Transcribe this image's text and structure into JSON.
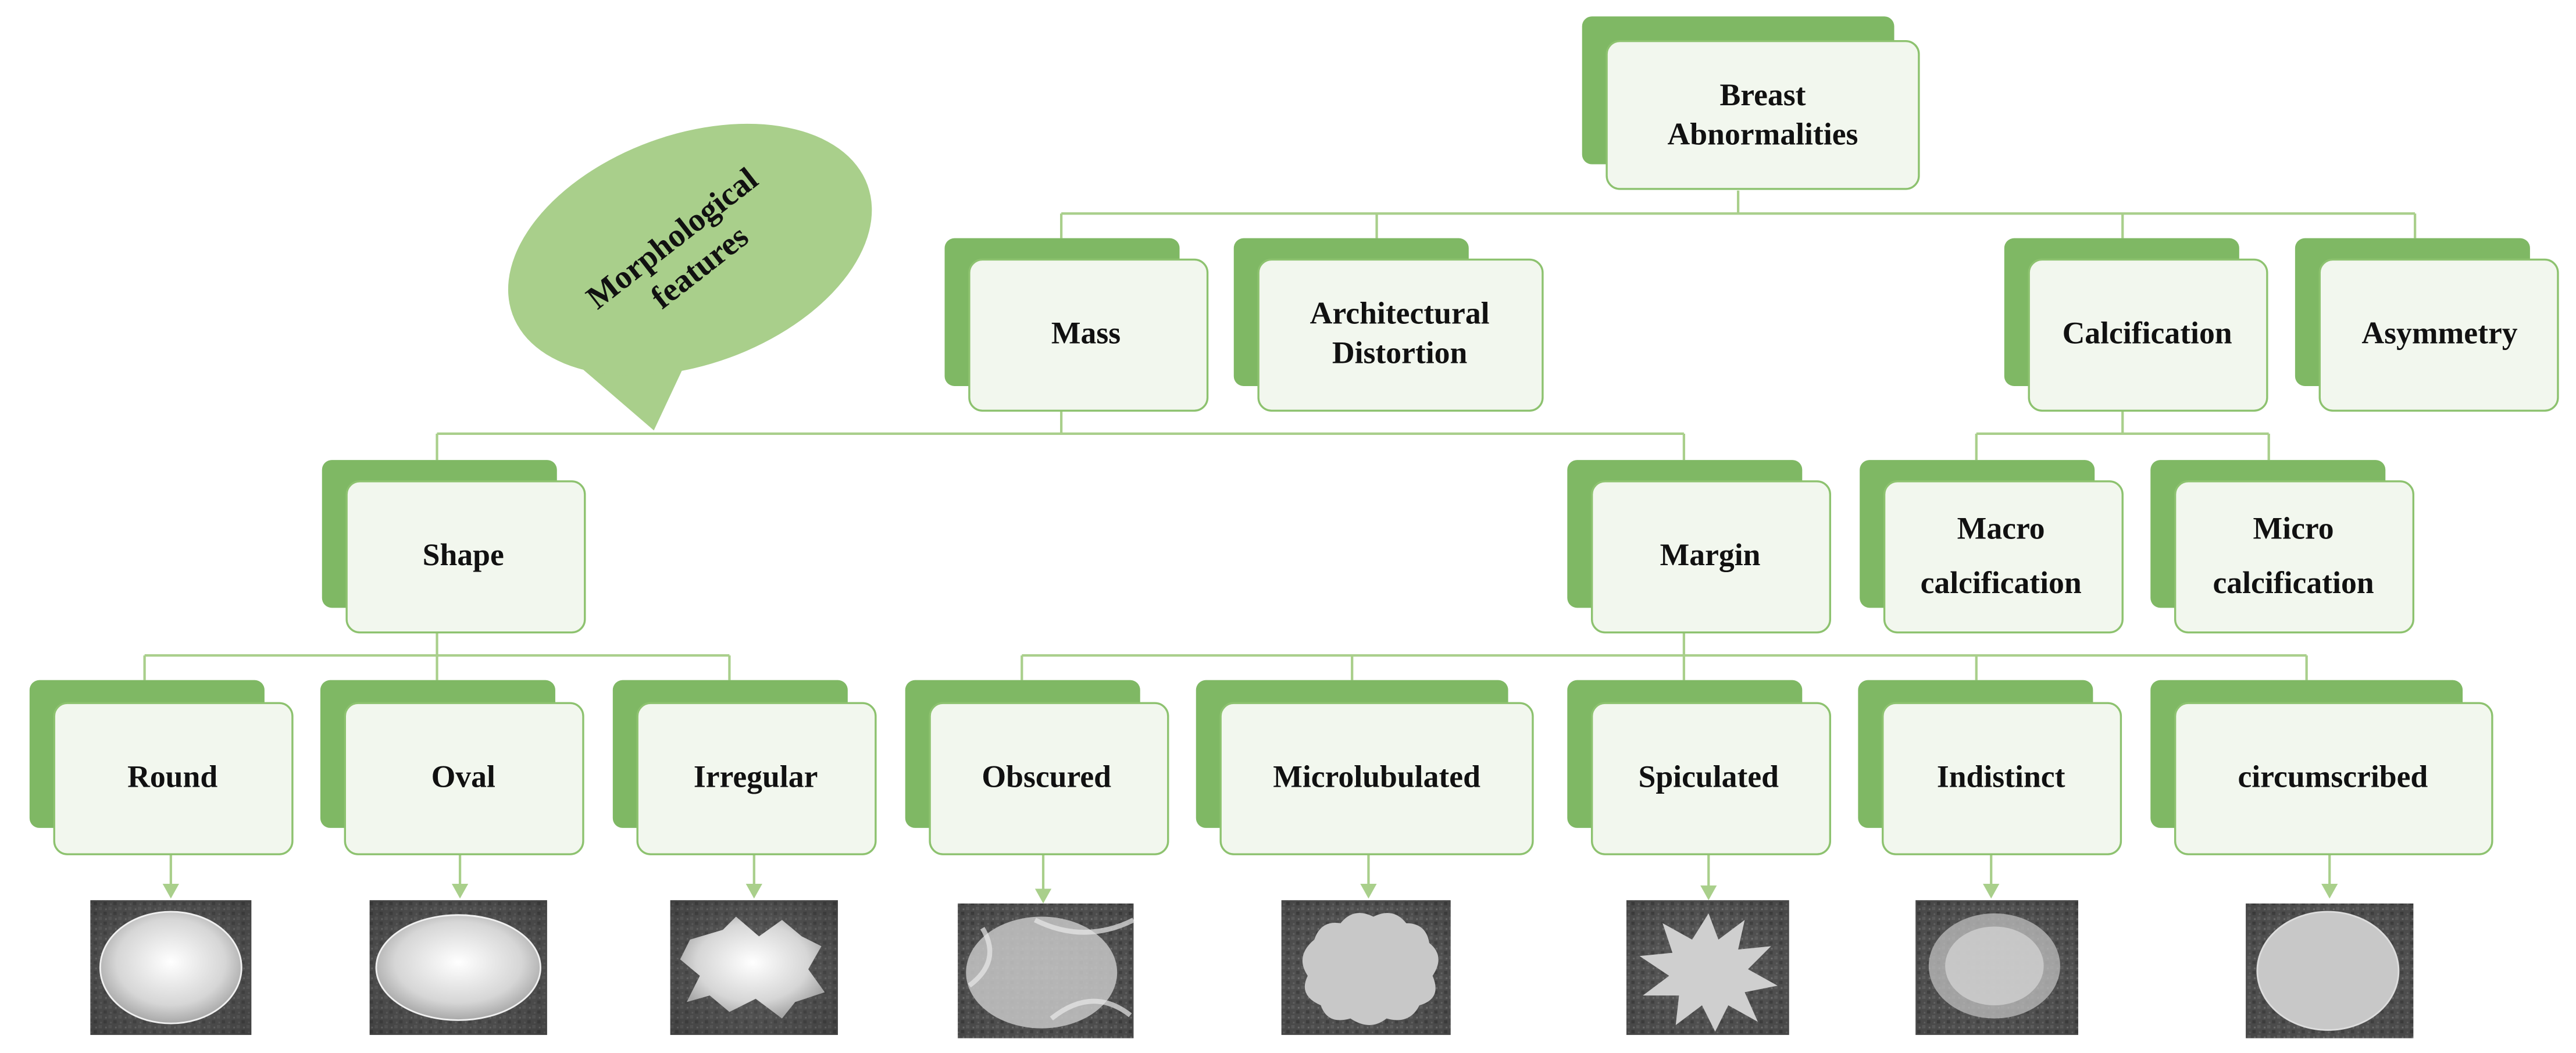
{
  "colors": {
    "accent_green": "#7fb864",
    "light_green": "#a9cf8b",
    "box_fill": "#f2f7ee",
    "box_border": "#8dc26f",
    "line": "#a9cf8b",
    "text": "#111111"
  },
  "callout": {
    "line1": "Morphological",
    "line2": "features"
  },
  "nodes": {
    "root": {
      "line1": "Breast",
      "line2": "Abnormalities"
    },
    "mass": {
      "line1": "Mass"
    },
    "architectural_distortion": {
      "line1": "Architectural",
      "line2": "Distortion"
    },
    "calcification": {
      "line1": "Calcification"
    },
    "asymmetry": {
      "line1": "Asymmetry"
    },
    "shape": {
      "line1": "Shape"
    },
    "margin": {
      "line1": "Margin"
    },
    "macro_calcification": {
      "line1": "Macro",
      "line2": "calcification"
    },
    "micro_calcification": {
      "line1": "Micro",
      "line2": "calcification"
    },
    "round": {
      "line1": "Round"
    },
    "oval": {
      "line1": "Oval"
    },
    "irregular": {
      "line1": "Irregular"
    },
    "obscured": {
      "line1": "Obscured"
    },
    "microlubulated": {
      "line1": "Microlubulated"
    },
    "spiculated": {
      "line1": "Spiculated"
    },
    "indistinct": {
      "line1": "Indistinct"
    },
    "circumscribed": {
      "line1": "circumscribed"
    }
  },
  "images": [
    {
      "for": "round",
      "icon": "round-mass-image"
    },
    {
      "for": "oval",
      "icon": "oval-mass-image"
    },
    {
      "for": "irregular",
      "icon": "irregular-mass-image"
    },
    {
      "for": "obscured",
      "icon": "obscured-margin-image"
    },
    {
      "for": "microlubulated",
      "icon": "microlobulated-margin-image"
    },
    {
      "for": "spiculated",
      "icon": "spiculated-margin-image"
    },
    {
      "for": "indistinct",
      "icon": "indistinct-margin-image"
    },
    {
      "for": "circumscribed",
      "icon": "circumscribed-margin-image"
    }
  ]
}
